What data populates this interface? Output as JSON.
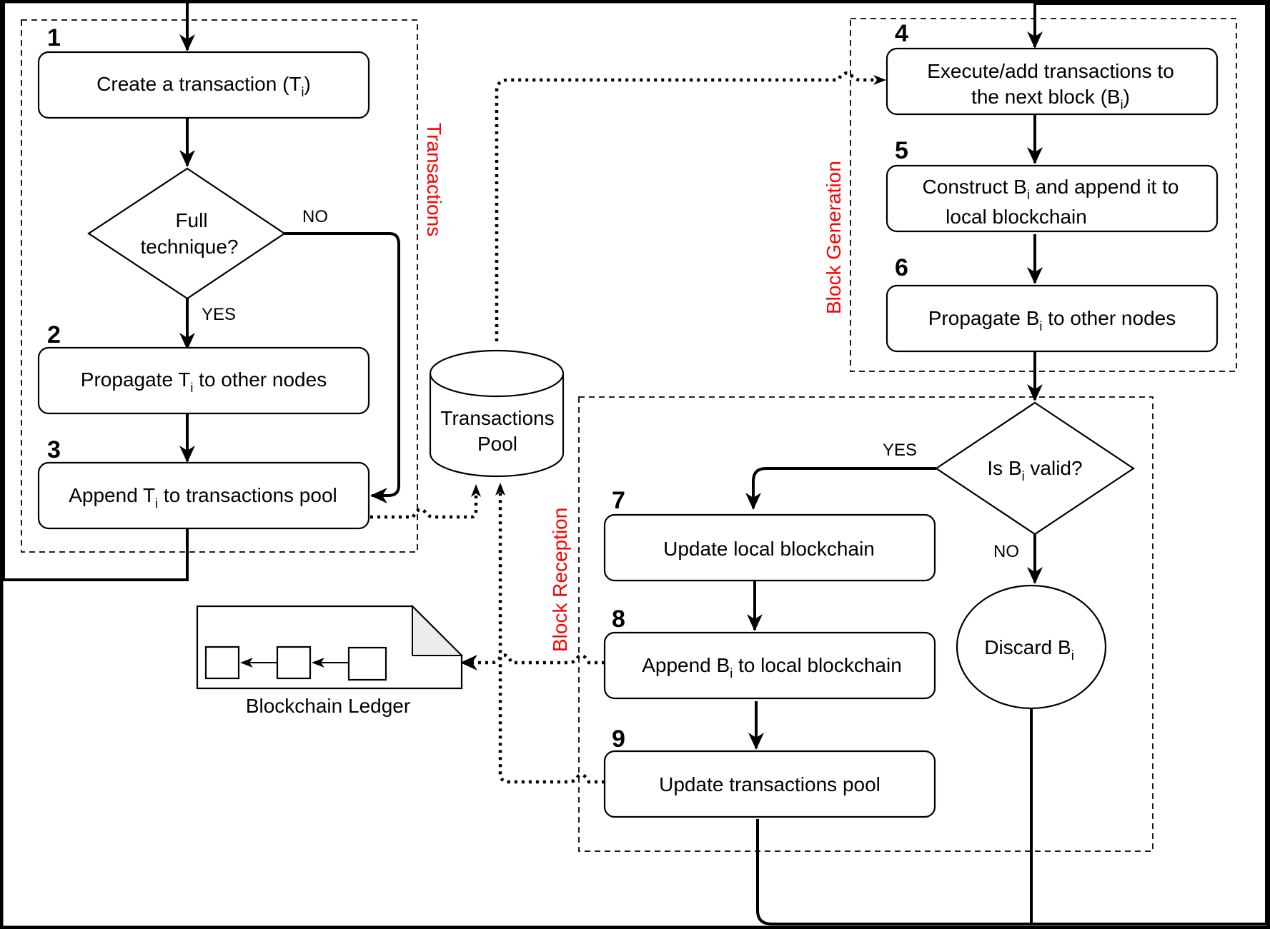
{
  "diagram": {
    "groups": {
      "transactions": "Transactions",
      "block_generation": "Block Generation",
      "block_reception": "Block Reception"
    },
    "group_label_color": "#ff0000",
    "steps": [
      {
        "num": "1",
        "text": "Create a transaction (T",
        "sub": "i",
        "after": ")"
      },
      {
        "num": "2",
        "text": "Propagate T",
        "sub": "i",
        "after": " to other nodes"
      },
      {
        "num": "3",
        "text": "Append T",
        "sub": "i",
        "after": " to transactions pool"
      },
      {
        "num": "4",
        "line1": "Execute/add transactions to",
        "text": "the next block (B",
        "sub": "i",
        "after": ")"
      },
      {
        "num": "5",
        "text": "Construct B",
        "sub": "i",
        "after": " and append it to",
        "line2": "local blockchain"
      },
      {
        "num": "6",
        "text": "Propagate B",
        "sub": "i",
        "after": " to other nodes"
      },
      {
        "num": "7",
        "text": "Update local blockchain"
      },
      {
        "num": "8",
        "text": "Append B",
        "sub": "i",
        "after": " to local blockchain"
      },
      {
        "num": "9",
        "text": "Update transactions pool"
      }
    ],
    "decisions": {
      "full_technique": {
        "line1": "Full",
        "line2": "technique?",
        "yes": "YES",
        "no": "NO"
      },
      "is_valid": {
        "text": "Is B",
        "sub": "i",
        "after": " valid?",
        "yes": "YES",
        "no": "NO"
      }
    },
    "discard": {
      "text": "Discard B",
      "sub": "i"
    },
    "pool": {
      "line1": "Transactions",
      "line2": "Pool"
    },
    "ledger": {
      "label": "Blockchain Ledger"
    }
  }
}
